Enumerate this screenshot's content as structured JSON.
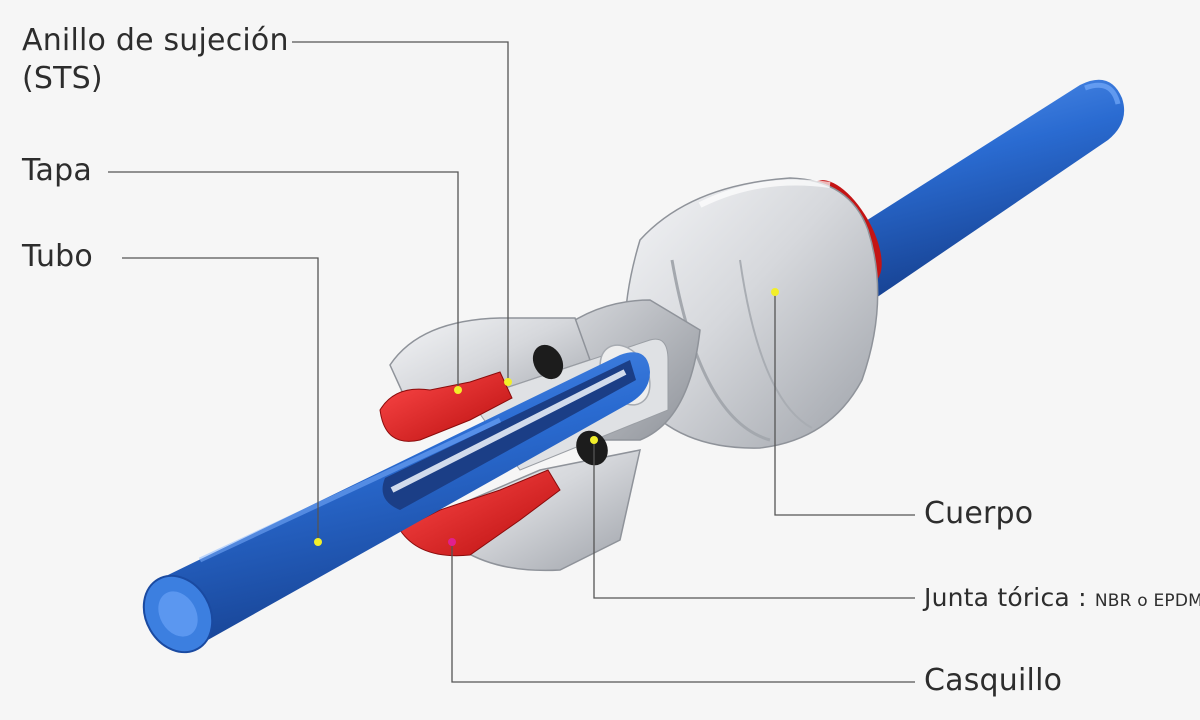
{
  "labels": {
    "anillo": {
      "line1": "Anillo de sujeción",
      "line2": "(STS)"
    },
    "tapa": "Tapa",
    "tubo": "Tubo",
    "cuerpo": "Cuerpo",
    "junta": {
      "name": "Junta tórica :",
      "material": "NBR o EPDM"
    },
    "casquillo": "Casquillo"
  },
  "colors": {
    "tube": "#2a6bd1",
    "tube_dark": "#16408e",
    "red_parts": "#e01b1b",
    "body_metal": "#c9cbd0",
    "oring": "#1c1c1c",
    "leader": "#555555",
    "marker_yellow": "#f2ef2a",
    "marker_magenta": "#e0208f"
  }
}
